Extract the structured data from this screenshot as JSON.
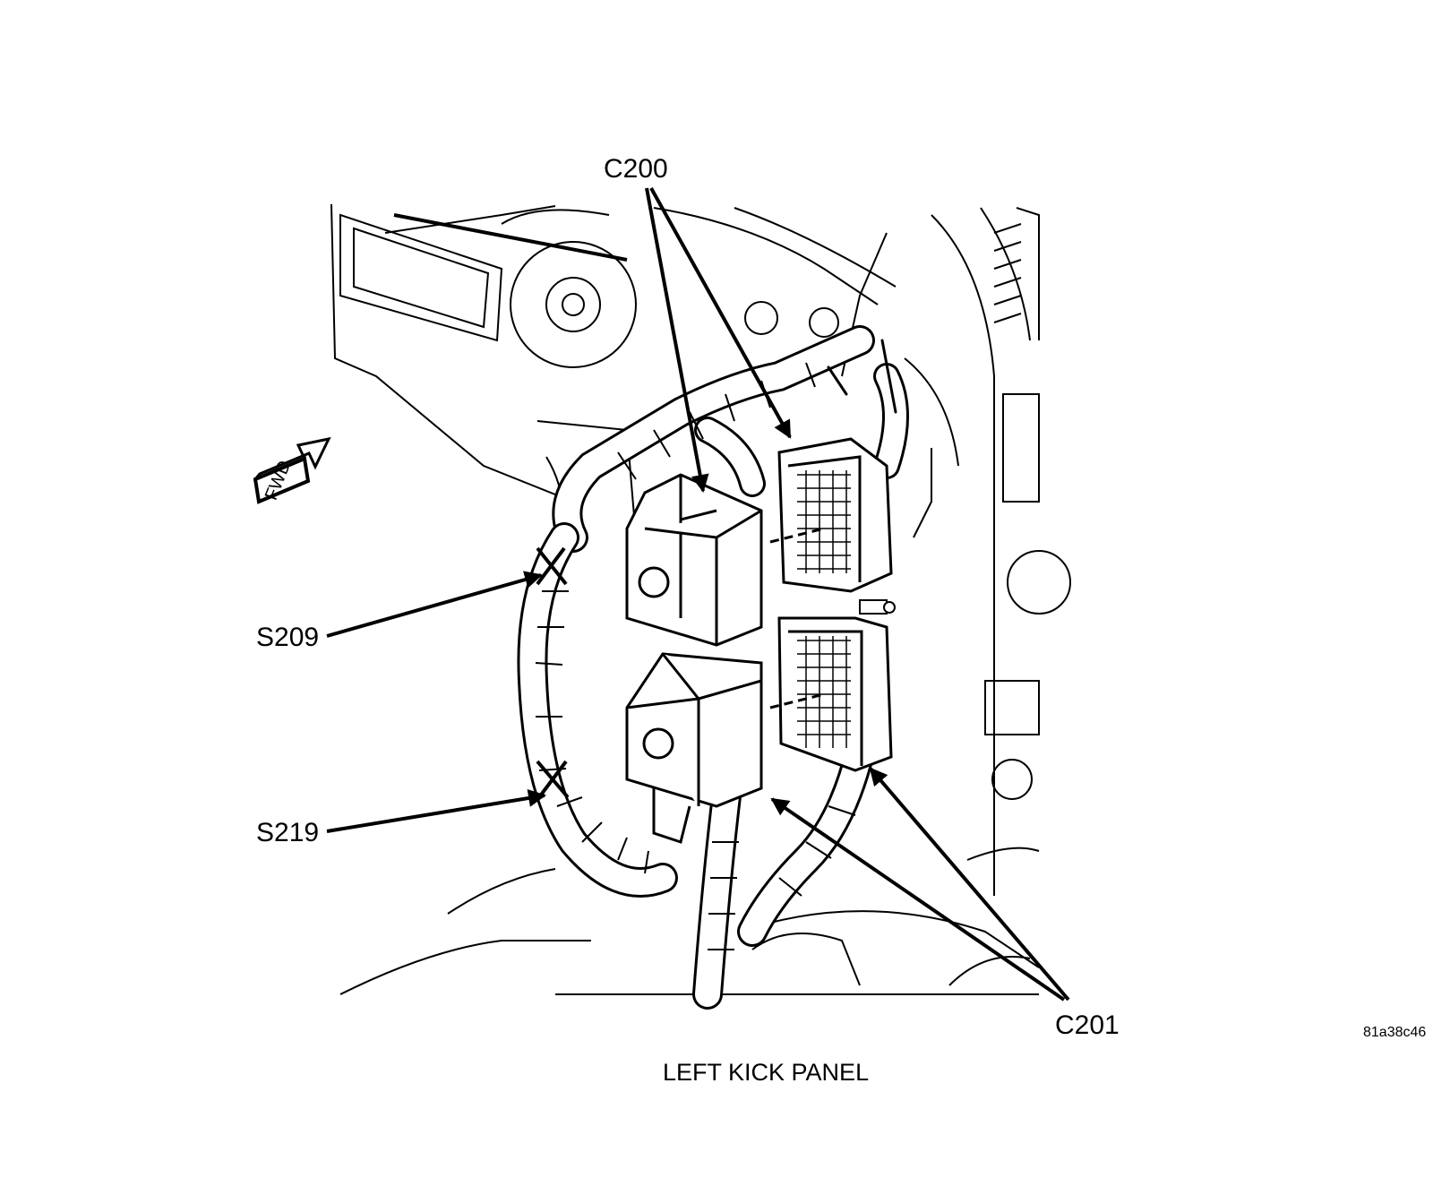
{
  "callouts": {
    "c200": "C200",
    "s209": "S209",
    "s219": "S219",
    "c201": "C201"
  },
  "fwd_arrow": {
    "text": "FWD"
  },
  "image_id": "81a38c46",
  "caption": "LEFT KICK PANEL"
}
